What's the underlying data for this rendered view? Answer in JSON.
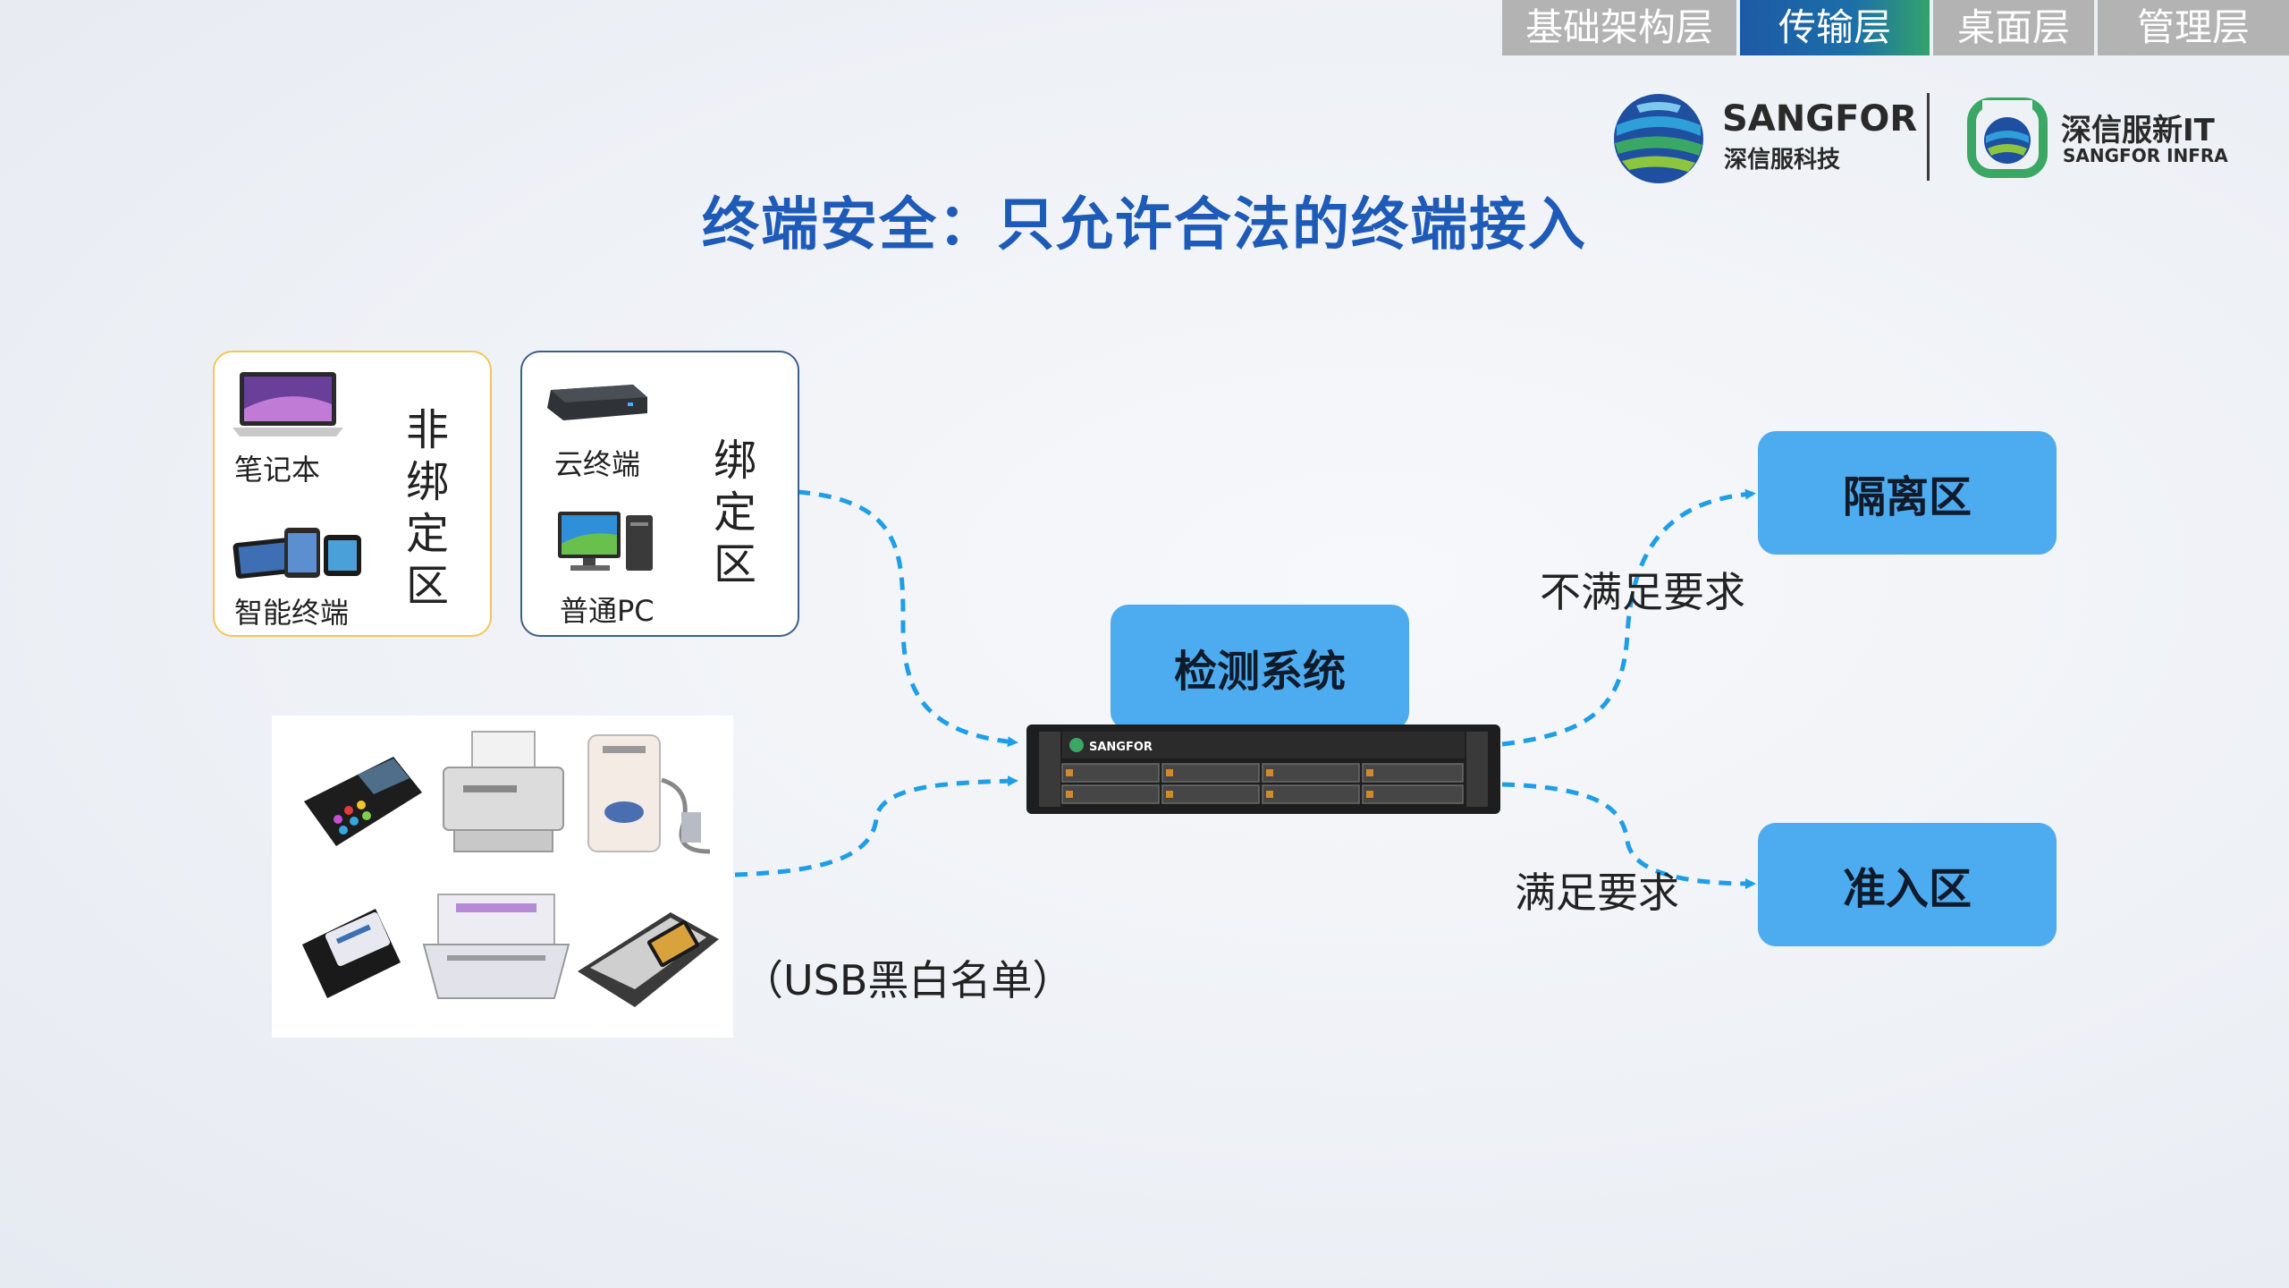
{
  "nav": {
    "tabs": [
      {
        "label": "基础架构层"
      },
      {
        "label": "传输层"
      },
      {
        "label": "桌面层"
      },
      {
        "label": "管理层"
      }
    ],
    "active_index": 1
  },
  "logos": {
    "sangfor_name": "SANGFOR",
    "sangfor_cn": "深信服科技",
    "infra_cn": "深信服新IT",
    "infra_en": "SANGFOR INFRA"
  },
  "title": "终端安全：只允许合法的终端接入",
  "groups": {
    "unbound": {
      "items": [
        "笔记本",
        "智能终端"
      ],
      "vertical_label": [
        "非",
        "绑",
        "定",
        "区"
      ]
    },
    "bound": {
      "items": [
        "云终端",
        "普通PC"
      ],
      "vertical_label": [
        "绑",
        "定",
        "区"
      ]
    }
  },
  "usb_caption": "（USB黑白名单）",
  "detection": {
    "label": "检测系统",
    "server_brand": "SANGFOR"
  },
  "zones": {
    "quarantine": "隔离区",
    "access": "准入区"
  },
  "edges": {
    "fail": "不满足要求",
    "pass": "满足要求"
  },
  "colors": {
    "title": "#1e5ab8",
    "zone_fill": "#4dabef",
    "dashed_arrow": "#1f9ee8",
    "unbound_border": "#f3c65a",
    "bound_border": "#3d5f8a"
  }
}
